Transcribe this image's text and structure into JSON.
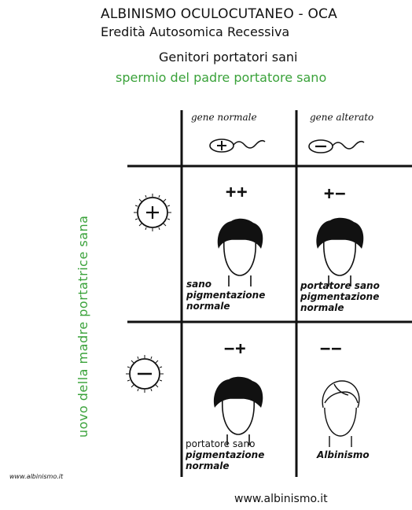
{
  "header": {
    "title": "ALBINISMO OCULOCUTANEO - OCA",
    "subtitle": "Eredità Autosomica Recessiva",
    "parents": "Genitori portatori sani",
    "sperm_caption": "spermio del padre portatore sano"
  },
  "columns": {
    "normal_gene": "gene normale",
    "altered_gene": "gene alterato"
  },
  "row_axis_label": "uovo della madre portatrice sana",
  "cells": {
    "plus_plus": {
      "genotype": "++",
      "line1": "sano",
      "line2": "pigmentazione",
      "line3": "normale"
    },
    "plus_minus": {
      "genotype": "+−",
      "line1": "portatore sano",
      "line2": "pigmentazione",
      "line3": "normale"
    },
    "minus_plus": {
      "genotype": "−+",
      "line1": "portatore sano",
      "line2": "pigmentazione",
      "line3": "normale"
    },
    "minus_minus": {
      "genotype": "−−",
      "line1": "Albinismo"
    }
  },
  "watermarks": {
    "small": "www.albinismo.it",
    "large": "www.albinismo.it"
  },
  "icons": [
    "sperm-plus-icon",
    "sperm-minus-icon",
    "egg-plus-icon",
    "egg-minus-icon",
    "head-dark-hair-icon",
    "head-albino-icon"
  ],
  "colors": {
    "green": "#3aa23a",
    "ink": "#111111",
    "hair": "#111111"
  }
}
